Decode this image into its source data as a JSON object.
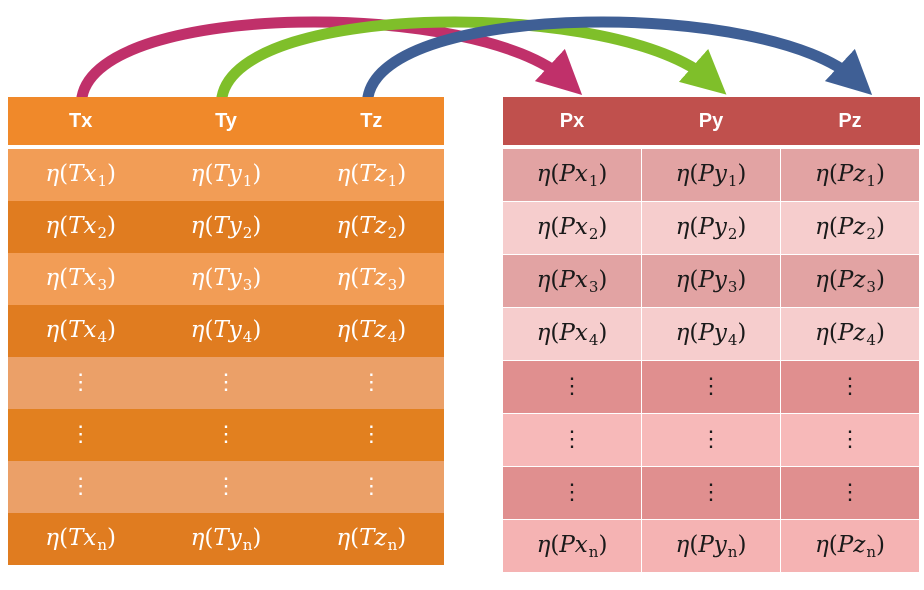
{
  "left_table": {
    "headers": [
      "Tx",
      "Ty",
      "Tz"
    ],
    "rows": [
      [
        "η(Tx1)",
        "η(Ty1)",
        "η(Tz1)"
      ],
      [
        "η(Tx2)",
        "η(Ty2)",
        "η(Tz2)"
      ],
      [
        "η(Tx3)",
        "η(Ty3)",
        "η(Tz3)"
      ],
      [
        "η(Tx4)",
        "η(Ty4)",
        "η(Tz4)"
      ],
      [
        "⋮",
        "⋮",
        "⋮"
      ],
      [
        "⋮",
        "⋮",
        "⋮"
      ],
      [
        "⋮",
        "⋮",
        "⋮"
      ],
      [
        "η(Txn)",
        "η(Tyn)",
        "η(Tzn)"
      ]
    ]
  },
  "right_table": {
    "headers": [
      "Px",
      "Py",
      "Pz"
    ],
    "rows": [
      [
        "η(Px1)",
        "η(Py1)",
        "η(Pz1)"
      ],
      [
        "η(Px2)",
        "η(Py2)",
        "η(Pz2)"
      ],
      [
        "η(Px3)",
        "η(Py3)",
        "η(Pz3)"
      ],
      [
        "η(Px4)",
        "η(Py4)",
        "η(Pz4)"
      ],
      [
        "⋮",
        "⋮",
        "⋮"
      ],
      [
        "⋮",
        "⋮",
        "⋮"
      ],
      [
        "⋮",
        "⋮",
        "⋮"
      ],
      [
        "η(Pxn)",
        "η(Pyn)",
        "η(Pzn)"
      ]
    ]
  },
  "arrows": [
    {
      "from": "Tx",
      "to": "Px",
      "color": "#c0306a"
    },
    {
      "from": "Ty",
      "to": "Py",
      "color": "#7fbf2a"
    },
    {
      "from": "Tz",
      "to": "Pz",
      "color": "#3f5f95"
    }
  ]
}
